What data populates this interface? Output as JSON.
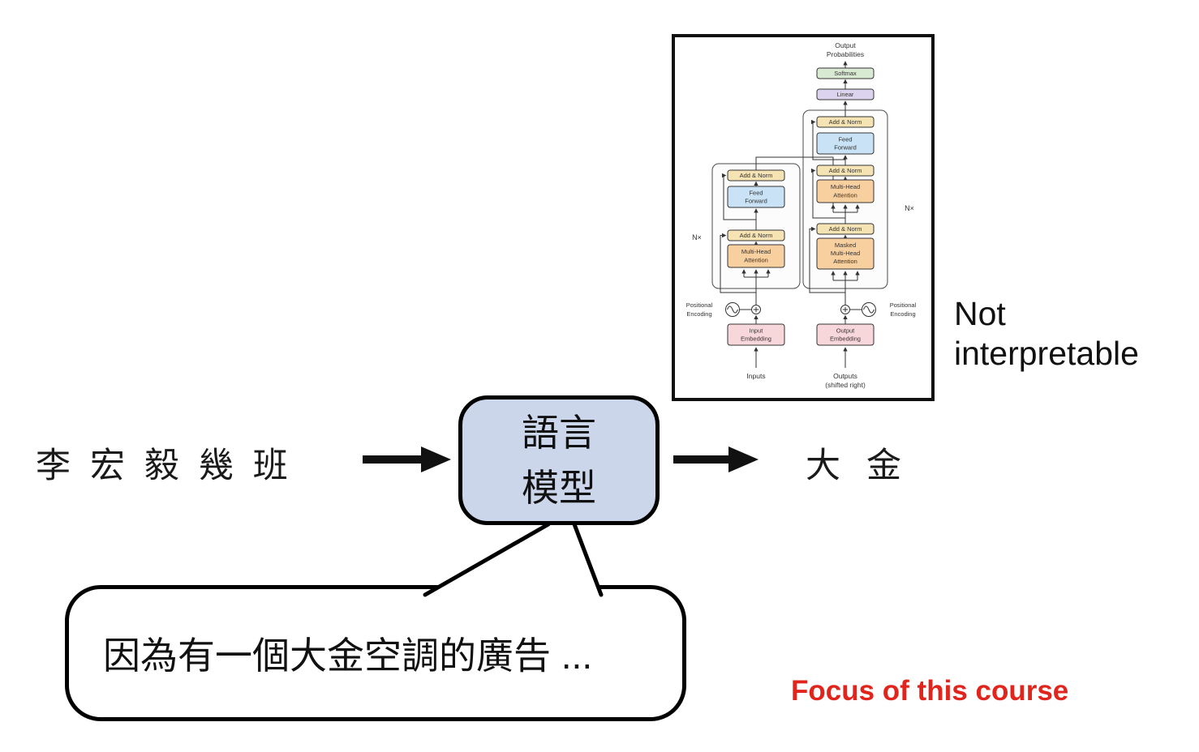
{
  "slide": {
    "input_text": "李 宏 毅 幾 班",
    "model_line1": "語言",
    "model_line2": "模型",
    "output_text": "大 金",
    "bubble_text": "因為有一個大金空調的廣告 ...",
    "not_interpretable_line1": "Not",
    "not_interpretable_line2": "interpretable",
    "focus_label": "Focus of this course"
  },
  "transformer": {
    "output_probabilities_l1": "Output",
    "output_probabilities_l2": "Probabilities",
    "softmax": "Softmax",
    "linear": "Linear",
    "add_norm": "Add & Norm",
    "feed_forward_l1": "Feed",
    "feed_forward_l2": "Forward",
    "multi_head_l1": "Multi-Head",
    "multi_head_l2": "Attention",
    "masked_l1": "Masked",
    "masked_l2": "Multi-Head",
    "masked_l3": "Attention",
    "n_x": "N×",
    "positional_l1": "Positional",
    "positional_l2": "Encoding",
    "input_embedding_l1": "Input",
    "input_embedding_l2": "Embedding",
    "output_embedding_l1": "Output",
    "output_embedding_l2": "Embedding",
    "inputs": "Inputs",
    "outputs_l1": "Outputs",
    "outputs_l2": "(shifted right)"
  },
  "colors": {
    "model_box_fill": "#ccd6ea",
    "bubble_fill": "#ffffff",
    "focus_red": "#e1251c",
    "frame_border": "#101010",
    "softmax": "#d9ead3",
    "linear": "#dcd4ee",
    "add_norm": "#f6e3b4",
    "feed_forward": "#c9e2f5",
    "attention": "#f8d0a0",
    "embedding": "#f8d7da"
  }
}
